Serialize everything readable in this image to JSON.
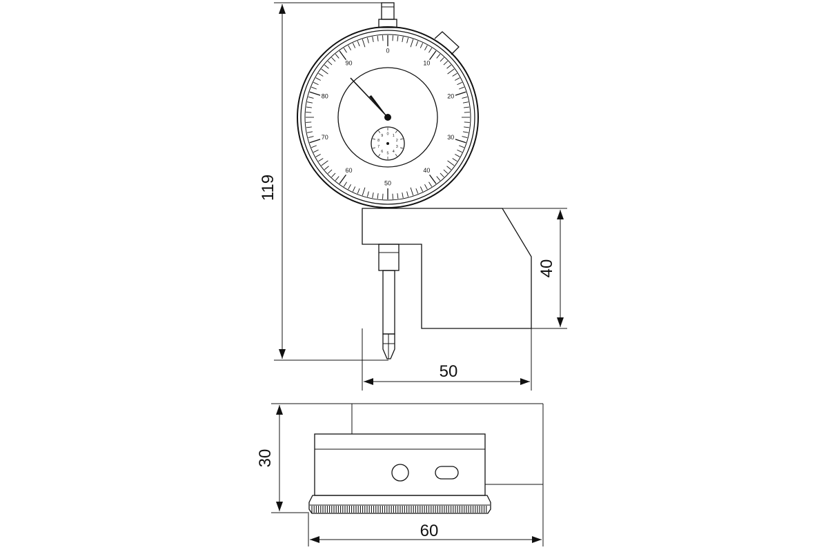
{
  "diagram": {
    "dial": {
      "main_labels": [
        "0",
        "10",
        "20",
        "30",
        "40",
        "50",
        "60",
        "70",
        "80",
        "90"
      ],
      "sub_labels": [
        "0",
        "1",
        "2",
        "3",
        "4",
        "5",
        "6",
        "7",
        "8",
        "9"
      ]
    },
    "dimensions": {
      "height_total": "119",
      "bracket_height": "40",
      "offset_width": "50",
      "base_height": "30",
      "base_width": "60"
    }
  }
}
